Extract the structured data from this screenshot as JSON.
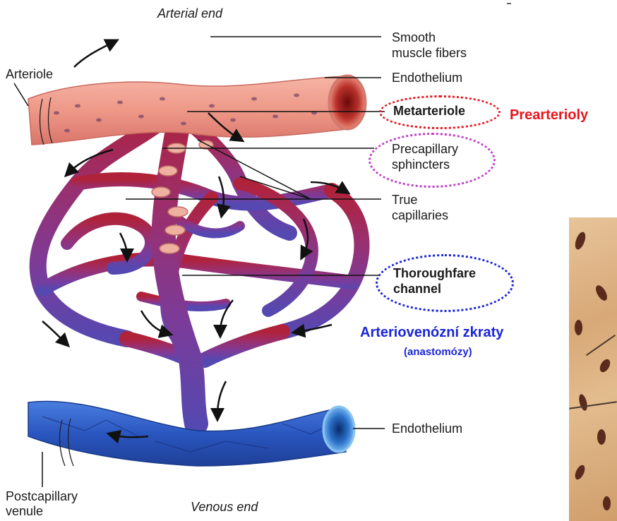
{
  "labels": {
    "arterial_end": "Arterial end",
    "arteriole": "Arteriole",
    "smooth_muscle_line1": "Smooth",
    "smooth_muscle_line2": "muscle fibers",
    "endothelium_top": "Endothelium",
    "metarteriole": "Metarteriole",
    "prearterioly": "Prearterioly",
    "precapillary_line1": "Precapillary",
    "precapillary_line2": "sphincters",
    "true_cap_line1": "True",
    "true_cap_line2": "capillaries",
    "thoroughfare_line1": "Thoroughfare",
    "thoroughfare_line2": "channel",
    "av_shunts": "Arteriovenózní zkraty",
    "anastomoses": "(anastomózy)",
    "endothelium_bottom": "Endothelium",
    "postcap_line1": "Postcapillary",
    "postcap_line2": "venule",
    "venous_end": "Venous end"
  },
  "colors": {
    "artery": "#f0a090",
    "artery_dark": "#c0504c",
    "capillary_top": "#a8284a",
    "capillary_mid": "#8a3a8a",
    "capillary_low": "#6a4aa8",
    "vein": "#2f5fc8",
    "metarteriole_oval": "#e8141c",
    "precapillary_oval": "#c040c8",
    "thoroughfare_oval": "#1b25d6",
    "blue_text": "#1b25d6",
    "red_text": "#e8141c"
  }
}
